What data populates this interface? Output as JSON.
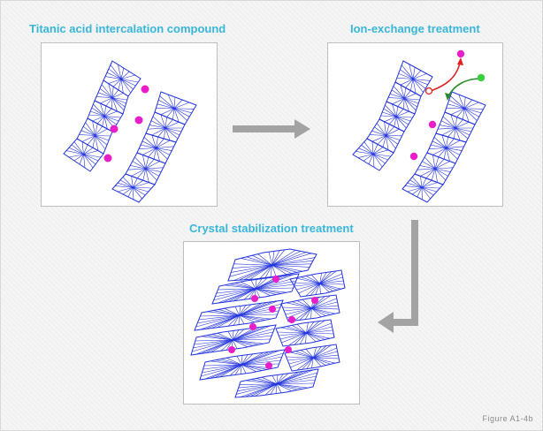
{
  "panels": {
    "top_left": {
      "title": "Titanic acid intercalation compound"
    },
    "top_right": {
      "title": "Ion-exchange treatment"
    },
    "bottom": {
      "title": "Crystal stabilization treatment"
    }
  },
  "figure_label": "Figure A1-4b",
  "colors": {
    "structure": "#2233dd",
    "ion": "#e81fc8",
    "incoming_ion": "#3bd03b",
    "outgoing_path": "#e02020",
    "incoming_path": "#2a8a2a",
    "process_arrow": "#a3a3a3",
    "title": "#39b6d8"
  }
}
